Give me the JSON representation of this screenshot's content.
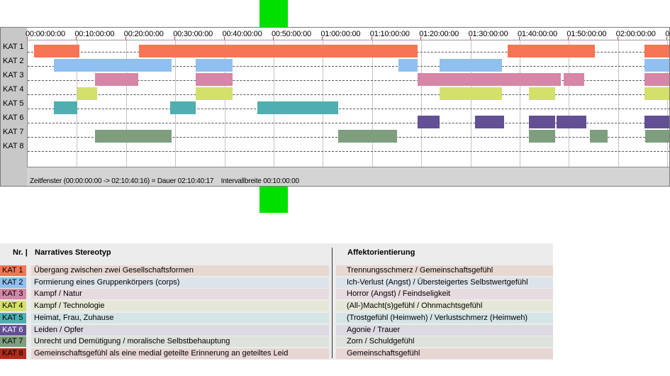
{
  "timeline": {
    "duration_seconds": 7840,
    "ticks": [
      "00:00:00:00",
      "00:10:00:00",
      "00:20:00:00",
      "00:30:00:00",
      "00:40:00:00",
      "00:50:00:00",
      "01:00:00:00",
      "01:10:00:00",
      "01:20:00:00",
      "01:30:00:00",
      "01:40:00:00",
      "01:50:00:00",
      "02:00:00:00",
      "0"
    ],
    "rows": [
      "KAT 1",
      "KAT 2",
      "KAT 3",
      "KAT 4",
      "KAT 5",
      "KAT 6",
      "KAT 7",
      "KAT 8"
    ],
    "status": "Zeitfenster (00:00:00:00 -> 02:10:40:16) = Dauer 02:10:40:17    Intervallbreite 00:10:00:00",
    "segments": [
      {
        "row": 0,
        "start": 0,
        "end": 552
      },
      {
        "row": 0,
        "start": 1278,
        "end": 4680
      },
      {
        "row": 0,
        "start": 5776,
        "end": 6840
      },
      {
        "row": 0,
        "start": 7440,
        "end": 7840
      },
      {
        "row": 1,
        "start": 240,
        "end": 1680
      },
      {
        "row": 1,
        "start": 1968,
        "end": 2424
      },
      {
        "row": 1,
        "start": 4440,
        "end": 4680
      },
      {
        "row": 1,
        "start": 4944,
        "end": 5704
      },
      {
        "row": 1,
        "start": 7440,
        "end": 8080
      },
      {
        "row": 2,
        "start": 744,
        "end": 1272
      },
      {
        "row": 2,
        "start": 1968,
        "end": 2424
      },
      {
        "row": 2,
        "start": 4680,
        "end": 6424
      },
      {
        "row": 2,
        "start": 6456,
        "end": 6712
      },
      {
        "row": 2,
        "start": 7440,
        "end": 8080
      },
      {
        "row": 3,
        "start": 528,
        "end": 768
      },
      {
        "row": 3,
        "start": 1968,
        "end": 2424
      },
      {
        "row": 3,
        "start": 4944,
        "end": 5704
      },
      {
        "row": 3,
        "start": 6032,
        "end": 6352
      },
      {
        "row": 3,
        "start": 7440,
        "end": 7840
      },
      {
        "row": 4,
        "start": 240,
        "end": 528
      },
      {
        "row": 4,
        "start": 1656,
        "end": 1968
      },
      {
        "row": 4,
        "start": 2720,
        "end": 3712
      },
      {
        "row": 5,
        "start": 4680,
        "end": 4944
      },
      {
        "row": 5,
        "start": 5376,
        "end": 5728
      },
      {
        "row": 5,
        "start": 6032,
        "end": 6352
      },
      {
        "row": 5,
        "start": 6376,
        "end": 6736
      },
      {
        "row": 5,
        "start": 7440,
        "end": 8080
      },
      {
        "row": 6,
        "start": 744,
        "end": 1680
      },
      {
        "row": 6,
        "start": 3712,
        "end": 4424
      },
      {
        "row": 6,
        "start": 6032,
        "end": 6352
      },
      {
        "row": 6,
        "start": 6776,
        "end": 6992
      },
      {
        "row": 6,
        "start": 7456,
        "end": 8080
      }
    ]
  },
  "legend": {
    "header_nr": "Nr. |",
    "header_stereotyp": "Narratives Stereotyp",
    "header_affekt": "Affektorientierung",
    "items": [
      {
        "code": "KAT 1",
        "name": "Übergang zwischen zwei Gesellschaftsformen",
        "affekt": "Trennungsschmerz / Gemeinschaftsgefühl",
        "color": "#f57555",
        "rowbg": "#e8d8d2",
        "textcolor": "#000000"
      },
      {
        "code": "KAT 2",
        "name": "Formierung eines Gruppenkörpers (corps)",
        "affekt": "Ich-Verlust (Angst) / Übersteigertes Selbstwertgefühl",
        "color": "#90c0ef",
        "rowbg": "#dde3ea",
        "textcolor": "#000000"
      },
      {
        "code": "KAT 3",
        "name": "Kampf / Natur",
        "affekt": "Horror (Angst) / Feindseligkeit",
        "color": "#d686a6",
        "rowbg": "#e8dbe0",
        "textcolor": "#000000"
      },
      {
        "code": "KAT 4",
        "name": "Kampf / Technologie",
        "affekt": "(All-)Macht(s)gefühl / Ohnmachtsgefühl",
        "color": "#d3e06a",
        "rowbg": "#e5e8d6",
        "textcolor": "#000000"
      },
      {
        "code": "KAT 5",
        "name": "Heimat, Frau, Zuhause",
        "affekt": "(Trostgefühl (Heimweh) / Verlustschmerz (Heimweh)",
        "color": "#4eaeb0",
        "rowbg": "#d5e5e5",
        "textcolor": "#000000"
      },
      {
        "code": "KAT 6",
        "name": "Leiden / Opfer",
        "affekt": "Agonie / Trauer",
        "color": "#634f93",
        "rowbg": "#dcd9e2",
        "textcolor": "#ffffff"
      },
      {
        "code": "KAT 7",
        "name": "Unrecht und Demütigung / moralische Selbstbehauptung",
        "affekt": "Zorn / Schuldgefühl",
        "color": "#7e9e7e",
        "rowbg": "#dde2dd",
        "textcolor": "#000000"
      },
      {
        "code": "KAT 8",
        "name": "Gemeinschaftsgefühl als eine medial geteilte Erinnerung an geteiltes Leid",
        "affekt": "Gemeinschaftsgefühl",
        "color": "#b42a1a",
        "rowbg": "#e8d6d4",
        "textcolor": "#000000"
      }
    ]
  }
}
